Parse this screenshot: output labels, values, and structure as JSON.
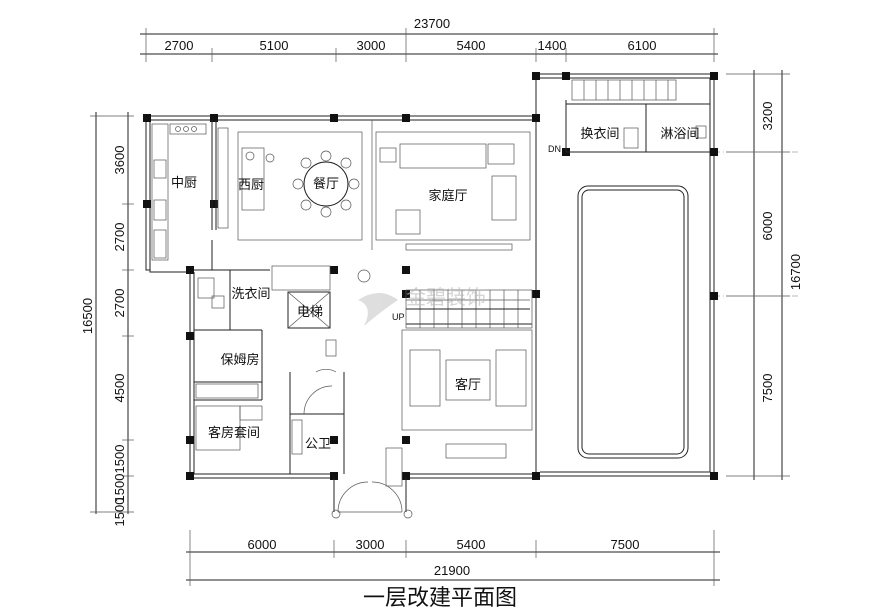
{
  "title": "一层改建平面图",
  "top_dims": {
    "total": "23700",
    "segments": [
      "2700",
      "5100",
      "3000",
      "5400",
      "1400",
      "6100"
    ]
  },
  "bottom_dims": {
    "total": "21900",
    "segments": [
      "6000",
      "3000",
      "5400",
      "7500"
    ]
  },
  "left_dims": {
    "total": "16500",
    "segments": [
      "3600",
      "2700",
      "2700",
      "4500",
      "1500",
      "1500",
      "1500"
    ]
  },
  "right_dims": {
    "total": "16700",
    "segments": [
      "3200",
      "6000",
      "7500"
    ]
  },
  "rooms": {
    "central_kitchen": "中厨",
    "western_kitchen": "西厨",
    "dining": "餐厅",
    "family_room": "家庭厅",
    "laundry": "洗衣间",
    "elevator": "电梯",
    "maid_room": "保姆房",
    "guest_suite": "客房套间",
    "public_wc": "公卫",
    "living_room": "客厅",
    "changing_room": "换衣间",
    "shower_room": "淋浴间"
  },
  "marks": {
    "dn": "DN",
    "up": "UP"
  },
  "watermark": "金碧装饰"
}
